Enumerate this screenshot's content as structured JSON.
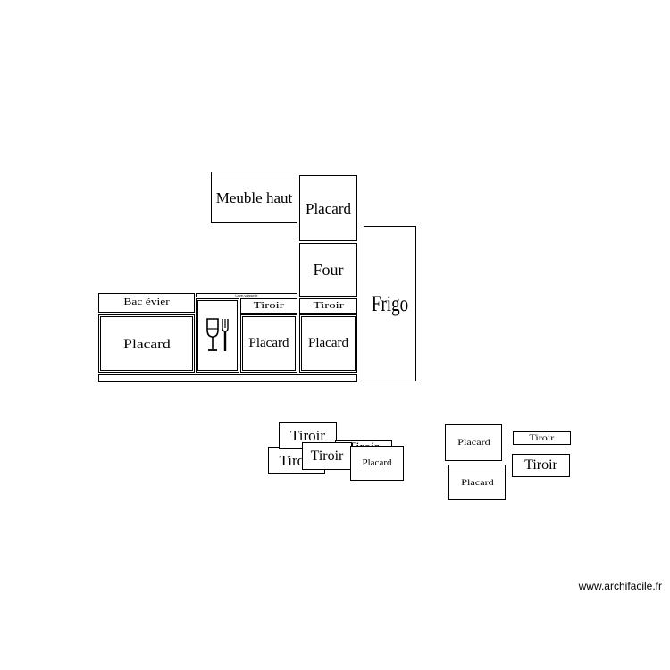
{
  "plan": {
    "meuble_haut": "Meuble haut",
    "placard_haut": "Placard",
    "four": "Four",
    "frigo": "Frigo",
    "bac_evier": "Bac évier",
    "lave_vaisselle": "Lave-vaisselle",
    "placard_evier": "Placard",
    "tiroir_1": "Tiroir",
    "tiroir_2": "Tiroir",
    "placard_bas_1": "Placard",
    "placard_bas_2": "Placard",
    "dishwasher_icon": "wine-glass-fork-icon"
  },
  "loose_items": {
    "group1": [
      "Tiroir",
      "Tiroir",
      "Tiroir",
      "Tiroir",
      "Placard"
    ],
    "group2": [
      "Placard",
      "Tiroir",
      "Tiroir",
      "Placard"
    ]
  },
  "watermark": "www.archifacile.fr"
}
